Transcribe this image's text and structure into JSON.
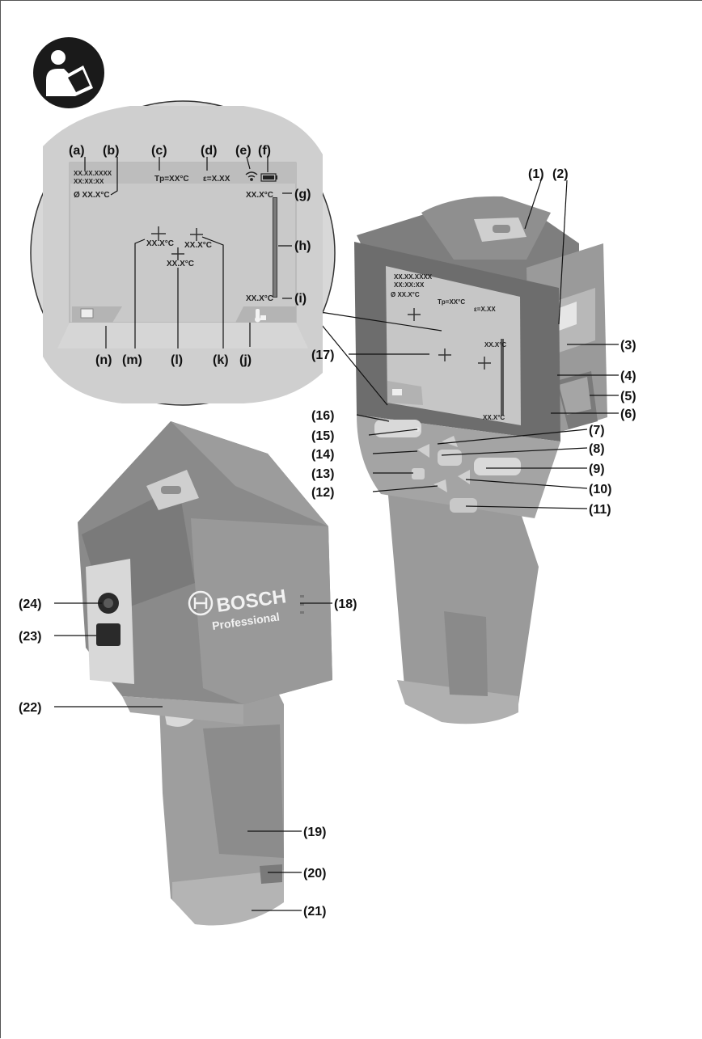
{
  "display": {
    "date": "XX.XX.XXXX",
    "time": "XX:XX:XX",
    "reflected_temp": "Tp=XX°C",
    "emissivity": "ε=X.XX",
    "avg_temp": "Ø XX.X°C",
    "max_temp": "XX.X°C",
    "min_temp": "XX.X°C",
    "spot_m": "XX.X°C",
    "spot_l": "XX.X°C",
    "spot_k": "XX.X°C"
  },
  "small_screen": {
    "date": "XX.XX.XXXX",
    "time": "XX:XX:XX",
    "avg": "Ø XX.X°C",
    "tp": "Tp=XX°C",
    "eps": "ε=X.XX",
    "max": "XX.X°C",
    "min": "XX.X°C"
  },
  "brand": {
    "name": "BOSCH",
    "line": "Professional"
  },
  "callouts": {
    "a": "(a)",
    "b": "(b)",
    "c": "(c)",
    "d": "(d)",
    "e": "(e)",
    "f": "(f)",
    "g": "(g)",
    "h": "(h)",
    "i": "(i)",
    "j": "(j)",
    "k": "(k)",
    "l": "(l)",
    "m": "(m)",
    "n": "(n)",
    "c1": "(1)",
    "c2": "(2)",
    "c3": "(3)",
    "c4": "(4)",
    "c5": "(5)",
    "c6": "(6)",
    "c7": "(7)",
    "c8": "(8)",
    "c9": "(9)",
    "c10": "(10)",
    "c11": "(11)",
    "c12": "(12)",
    "c13": "(13)",
    "c14": "(14)",
    "c15": "(15)",
    "c16": "(16)",
    "c17": "(17)",
    "c18": "(18)",
    "c19": "(19)",
    "c20": "(20)",
    "c21": "(21)",
    "c22": "(22)",
    "c23": "(23)",
    "c24": "(24)"
  },
  "colors": {
    "housing": "#8e8e8e",
    "housing_dark": "#6a6a6a",
    "screen": "#c9c9c9",
    "background": "#ffffff"
  },
  "icons": [
    "read-manual-icon",
    "wifi-icon",
    "battery-icon",
    "gallery-icon",
    "thermometer-lock-icon",
    "crosshair-icon"
  ]
}
